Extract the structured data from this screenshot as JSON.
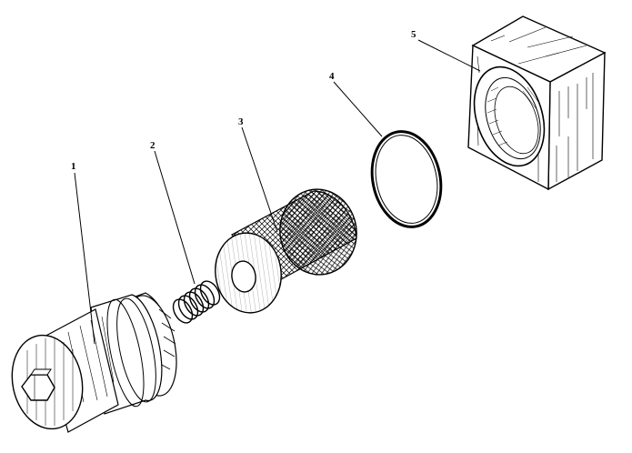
{
  "labels": {
    "part1": "1",
    "part2": "2",
    "part3": "3",
    "part4": "4",
    "part5": "5"
  },
  "colors": {
    "ink": "#000000",
    "paper": "#ffffff"
  }
}
